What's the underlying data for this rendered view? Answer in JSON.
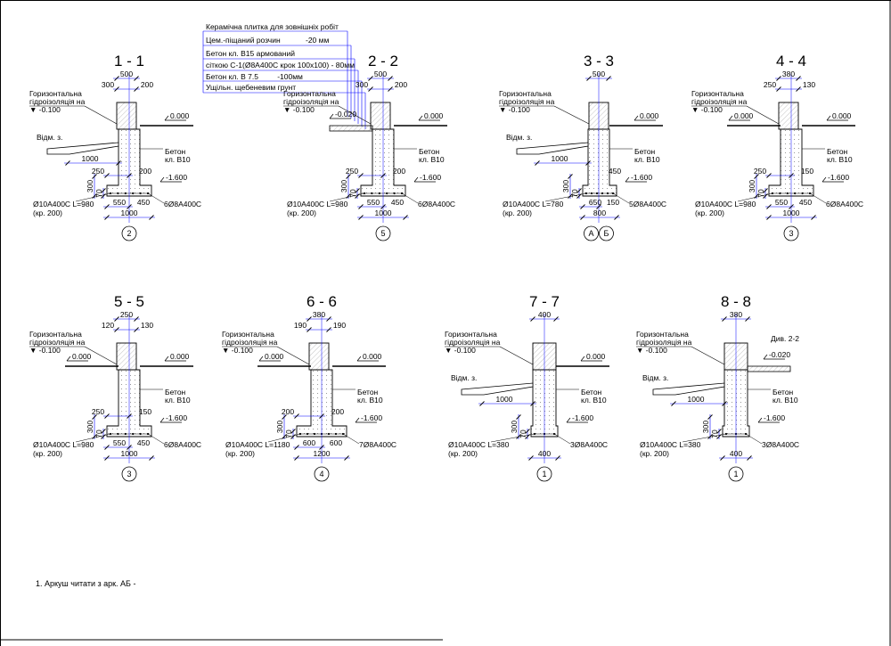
{
  "legend": {
    "lines": [
      "Керамічна плитка для зовнішніх робіт",
      "Цем.-піщаний розчин            -20 мм",
      "Бетон кл. В15 армований",
      "сіткою С-1(Ø8А400С крок 100х100) - 80мм",
      "Бетон кл. В 7.5         -100мм",
      "Ущільн. щебеневим грунт"
    ]
  },
  "note": "1. Аркуш читати з арк. АБ -",
  "sections": [
    {
      "title": "1 - 1",
      "hydro1": "Горизонтальна",
      "hydro2": "гідроізоляція на",
      "hydro3": "▼ -0.100",
      "top": "500",
      "tl": "300",
      "tr": "200",
      "mid_l": "250",
      "mid_r": "200",
      "base_l": "550",
      "base_r": "450",
      "base_w": "1000",
      "blind_w": "1000",
      "blind": "Відм. з.",
      "lvl0": "0.000",
      "lvl_bot": "-1.600",
      "concrete1": "Бетон",
      "concrete2": "кл. В10",
      "d300": "300",
      "d70": "70",
      "rebar_bot": "6Ø8А400С",
      "rebar_pin": "Ø10А400С  L=980",
      "step": "(кр. 200)",
      "circles": [
        "2"
      ]
    },
    {
      "title": "2 - 2",
      "hydro1": "Горизонтальна",
      "hydro2": "гідроізоляція на",
      "hydro3": "▼ -0.100",
      "top": "500",
      "tl": "300",
      "tr": "200",
      "mid_l": "250",
      "mid_r": "200",
      "base_l": "550",
      "base_r": "450",
      "base_w": "1000",
      "lvl_floor": "-0.020",
      "lvl0": "0.000",
      "lvl_bot": "-1.600",
      "concrete1": "Бетон",
      "concrete2": "кл. В10",
      "d300": "300",
      "d70": "70",
      "rebar_bot": "6Ø8А400С",
      "rebar_pin": "Ø10А400С  L=980",
      "step": "(кр. 200)",
      "circles": [
        "5"
      ]
    },
    {
      "title": "3 - 3",
      "hydro1": "Горизонтальна",
      "hydro2": "гідроізоляція на",
      "hydro3": "▼ -0.100",
      "top": "500",
      "blind": "Відм. з.",
      "blind_w": "1000",
      "mid_r": "450",
      "base_l": "650",
      "base_r": "150",
      "base_w": "800",
      "lvl0": "0.000",
      "lvl_bot": "-1.600",
      "concrete1": "Бетон",
      "concrete2": "кл. В10",
      "d300": "300",
      "d70": "70",
      "rebar_bot": "5Ø8А400С",
      "rebar_pin": "Ø10А400С  L=780",
      "step": "(кр. 200)",
      "circles": [
        "А",
        "Б"
      ]
    },
    {
      "title": "4 - 4",
      "hydro1": "Горизонтальна",
      "hydro2": "гідроізоляція на",
      "hydro3": "▼ -0.100",
      "top": "380",
      "tl": "250",
      "tr": "130",
      "mid_l": "250",
      "mid_r": "150",
      "base_l": "550",
      "base_r": "450",
      "base_w": "1000",
      "lvl0l": "0.000",
      "lvl0": "0.000",
      "lvl_bot": "-1.600",
      "concrete1": "Бетон",
      "concrete2": "кл. В10",
      "d300": "300",
      "d70": "70",
      "rebar_bot": "6Ø8А400С",
      "rebar_pin": "Ø10А400С  L=980",
      "step": "(кр. 200)",
      "circles": [
        "3"
      ]
    },
    {
      "title": "5 - 5",
      "hydro1": "Горизонтальна",
      "hydro2": "гідроізоляція на",
      "hydro3": "▼ -0.100",
      "top": "250",
      "tl": "120",
      "tr": "130",
      "mid_l": "250",
      "mid_r": "150",
      "base_l": "550",
      "base_r": "450",
      "base_w": "1000",
      "lvl0l": "0.000",
      "lvl0": "0.000",
      "lvl_bot": "-1.600",
      "concrete1": "Бетон",
      "concrete2": "кл. В10",
      "d300": "300",
      "d70": "70",
      "rebar_bot": "6Ø8А400С",
      "rebar_pin": "Ø10А400С  L=980",
      "step": "(кр. 200)",
      "circles": [
        "3"
      ]
    },
    {
      "title": "6 - 6",
      "hydro1": "Горизонтальна",
      "hydro2": "гідроізоляція на",
      "hydro3": "▼ -0.100",
      "top": "380",
      "tl": "190",
      "tr": "190",
      "mid_l": "200",
      "mid_r": "200",
      "base_l": "600",
      "base_r": "600",
      "base_w": "1200",
      "lvl0l": "0.000",
      "lvl0": "0.000",
      "lvl_bot": "-1.600",
      "concrete1": "Бетон",
      "concrete2": "кл. В10",
      "d300": "300",
      "d70": "70",
      "rebar_bot": "7Ø8А400С",
      "rebar_pin": "Ø10А400С  L=1180",
      "step": "(кр. 200)",
      "circles": [
        "4"
      ]
    },
    {
      "title": "7 - 7",
      "hydro1": "Горизонтальна",
      "hydro2": "гідроізоляція на",
      "hydro3": "▼ -0.100",
      "top": "400",
      "blind": "Відм. з.",
      "blind_w": "1000",
      "base_w": "400",
      "lvl0": "0.000",
      "lvl_bot": "-1.600",
      "concrete1": "Бетон",
      "concrete2": "кл. В10",
      "d300": "300",
      "d70": "70",
      "rebar_bot": "3Ø8А400С",
      "rebar_pin": "Ø10А400С  L=380",
      "step": "(кр. 200)",
      "circles": [
        "1"
      ]
    },
    {
      "title": "8 - 8",
      "hydro1": "Горизонтальна",
      "hydro2": "гідроізоляція на",
      "hydro3": "▼ -0.100",
      "top": "380",
      "blind": "Відм. з.",
      "blind_w": "1000",
      "base_w": "400",
      "ref": "Див. 2-2",
      "lvl_floor": "-0.020",
      "lvl_bot": "-1.600",
      "concrete1": "Бетон",
      "concrete2": "кл. В10",
      "d300": "300",
      "d70": "70",
      "rebar_bot": "3Ø8А400С",
      "rebar_pin": "Ø10А400С  L=380",
      "step": "(кр. 200)",
      "circles": [
        "1"
      ]
    }
  ]
}
